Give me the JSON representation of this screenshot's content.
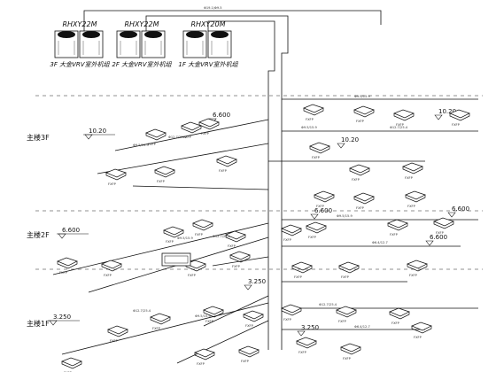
{
  "outdoor_units": [
    {
      "model": "RHXY22M",
      "label": "3F 大金VRV室外机组"
    },
    {
      "model": "RHXY22M",
      "label": "2F 大金VRV室外机组"
    },
    {
      "model": "RHXY20M",
      "label": "1F 大金VRV室外机组"
    }
  ],
  "floors": [
    {
      "name": "主楼3F",
      "elevation": "10.20"
    },
    {
      "name": "主楼2F",
      "elevation": "6.600"
    },
    {
      "name": "主楼1F",
      "elevation": "3.250"
    }
  ],
  "top_pipe_label": "Φ19.1/Φ9.5",
  "pipe_size_labels": [
    "Φ9.5/15.9",
    "Φ12.7/25.4",
    "Φ9.5/15.9",
    "Φ6.4/12.7"
  ],
  "indoor_unit_label": "FXFP"
}
